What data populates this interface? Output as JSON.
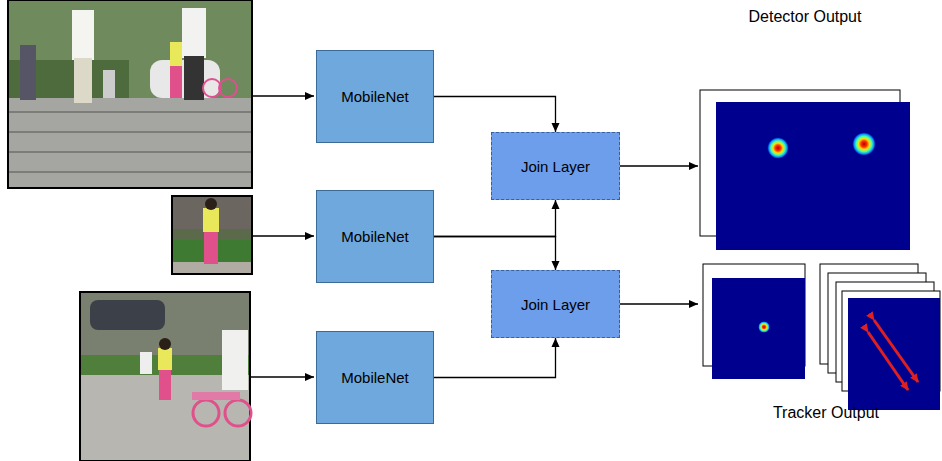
{
  "diagram": {
    "nodes": [
      {
        "text": [
          "MobileNet"
        ]
      },
      {
        "text": [
          "MobileNet"
        ]
      },
      {
        "text": [
          "MobileNet"
        ]
      },
      {
        "text": [
          "Join Layer"
        ]
      },
      {
        "text": [
          "Join Layer"
        ]
      }
    ],
    "edges": [
      {
        "from": 0,
        "to": 3,
        "arrow": "to"
      },
      {
        "from": 1,
        "to": 3,
        "arrow": "to"
      },
      {
        "from": 1,
        "to": 4,
        "arrow": "to"
      },
      {
        "from": 2,
        "to": 4,
        "arrow": "to"
      }
    ],
    "labels": [
      "Detector Output",
      "Tracker Output"
    ]
  }
}
